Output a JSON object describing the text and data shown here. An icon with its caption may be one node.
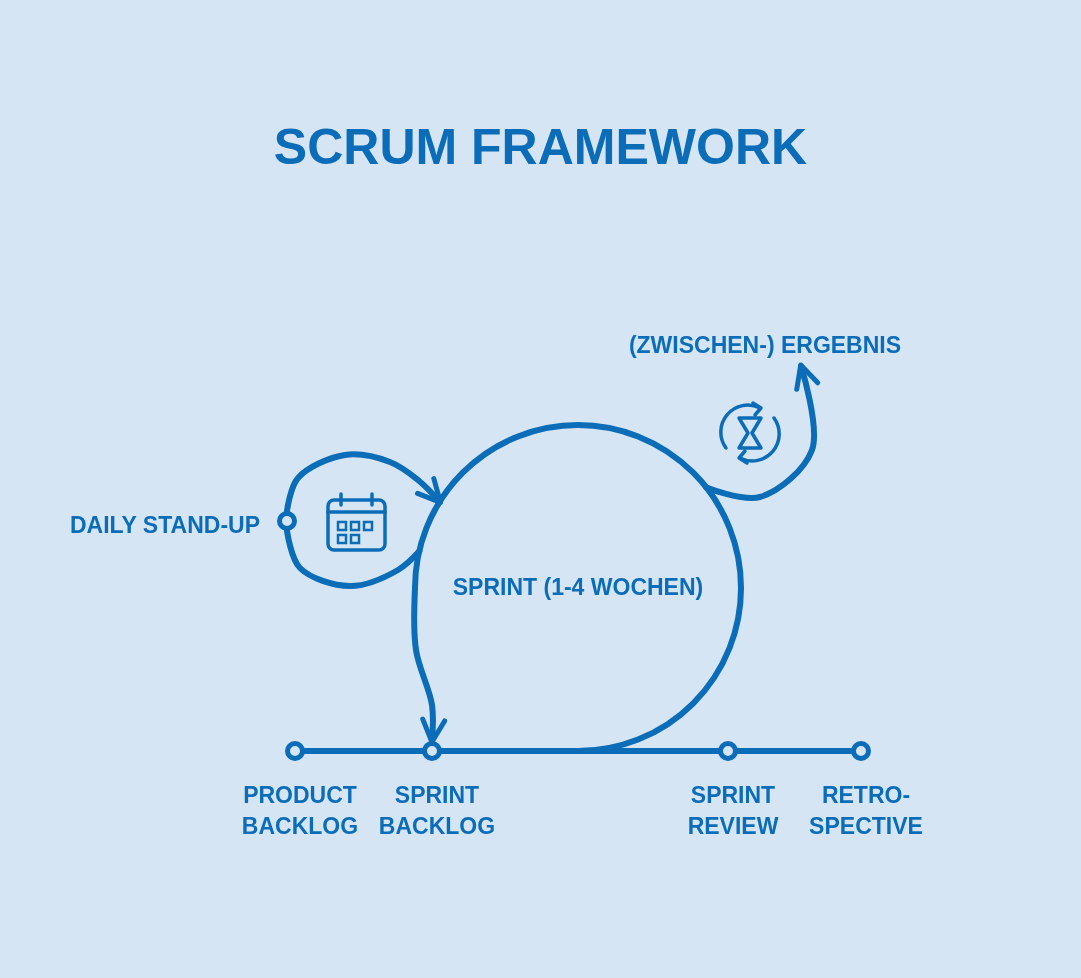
{
  "diagram": {
    "title": "SCRUM FRAMEWORK",
    "nodes": [
      {
        "text": [
          "PRODUCT BACKLOG"
        ]
      },
      {
        "text": [
          "SPRINT BACKLOG"
        ]
      },
      {
        "text": [
          "SPRINT REVIEW"
        ]
      },
      {
        "text": [
          "RETRO- SPECTIVE"
        ]
      },
      {
        "text": [
          "DAILY STAND-UP"
        ]
      },
      {
        "text": [
          "SPRINT (1-4 WOCHEN)"
        ]
      },
      {
        "text": [
          "(ZWISCHEN-) ERGEBNIS"
        ]
      }
    ],
    "edges": [
      {
        "from": 0,
        "to": 1,
        "arrow": "none"
      },
      {
        "from": 1,
        "to": 2,
        "arrow": "none"
      },
      {
        "from": 2,
        "to": 3,
        "arrow": "none"
      },
      {
        "from": 4,
        "to": 5,
        "arrow": "to"
      },
      {
        "from": 5,
        "to": 1,
        "arrow": "to"
      },
      {
        "from": 5,
        "to": 6,
        "arrow": "to"
      },
      {
        "from": 4,
        "to": 5,
        "arrow": "none"
      }
    ]
  }
}
